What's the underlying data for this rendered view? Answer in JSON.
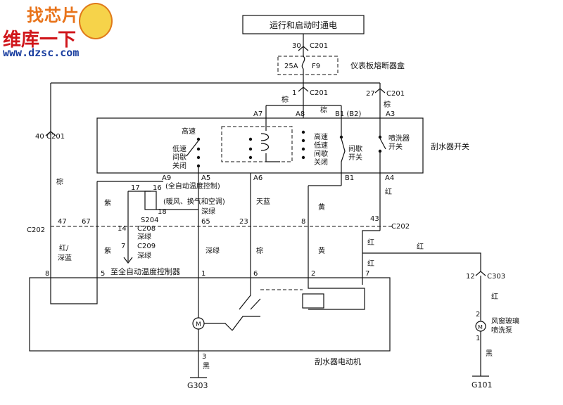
{
  "logo": {
    "top_text": "找芯片",
    "mid_text": "维库一下",
    "url": "www.dzsc.com"
  },
  "power_label": "运行和启动时通电",
  "fuse": {
    "rating": "25A",
    "id": "F9"
  },
  "fuse_box_label": "仪表板熔断器盒",
  "switch_label": "刮水器开关",
  "motor_label": "刮水器电动机",
  "pump_label": "风窗玻璃\n喷洗泵",
  "controller_label": "至全自动温度控制器",
  "auto_temp_label": "(全自动温度控制)",
  "hvac_label": "(暖风、换气和空调)",
  "ground_left": "G303",
  "ground_right": "G101",
  "switch_texts": {
    "high": "高速",
    "low_int_off": "低速\n间歇\n关闭",
    "mid_stack": "高速\n低速\n间歇\n关闭",
    "intermittent": "间歇\n开关",
    "washer": "喷洗器\n开关"
  },
  "connectors": {
    "c201_30": "30",
    "c201": "C201",
    "c201_1": "1",
    "c201_27": "27",
    "c201_40": "40",
    "c202_47": "47",
    "c202_67": "67",
    "c202": "C202",
    "c202_65": "65",
    "c202_23": "23",
    "c202_8": "8",
    "c202_43": "43",
    "c208_14": "14",
    "c208": "C208",
    "c209_7": "7",
    "c209": "C209",
    "c303_12": "12",
    "c303": "C303",
    "s204": "S204",
    "s204_17": "17",
    "s204_16": "16",
    "s204_18": "18"
  },
  "pins": {
    "a7": "A7",
    "a8": "A8",
    "b1b2": "B1 (B2)",
    "a3": "A3",
    "a9": "A9",
    "a5": "A5",
    "a6": "A6",
    "b1": "B1",
    "a4": "A4",
    "m8": "8",
    "m5": "5",
    "m1": "1",
    "m6": "6",
    "m2": "2",
    "m7": "7",
    "m3": "3",
    "p2": "2",
    "p1": "1"
  },
  "wire_colors": {
    "brown": "棕",
    "purple": "紫",
    "dark_green": "深绿",
    "sky_blue": "天蓝",
    "yellow": "黄",
    "red": "红",
    "black": "黑",
    "red_dark_blue": "红/\n深蓝"
  }
}
